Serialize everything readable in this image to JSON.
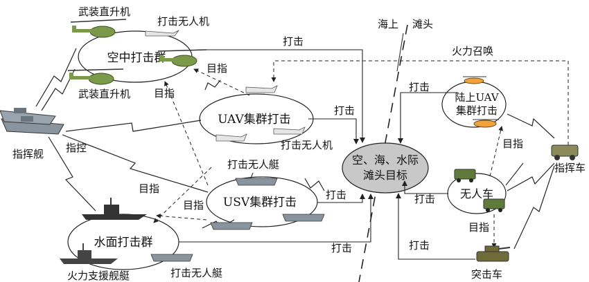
{
  "groups": {
    "air": "空中打击群",
    "uav": "UAV集群打击",
    "usv": "USV集群打击",
    "surface": "水面打击群",
    "land_uav_1": "陆上UAV",
    "land_uav_2": "集群打击",
    "ugv": "无人车",
    "target_1": "空、海、水际",
    "target_2": "滩头目标"
  },
  "labels": {
    "armed_heli_top": "武装直升机",
    "armed_heli_bottom": "武装直升机",
    "strike_uav_top": "打击无人机",
    "strike_uav_mid": "打击无人机",
    "strike_usv": "打击无人艇",
    "strike_usv_bottom": "打击无人艇",
    "command_ship": "指挥舰",
    "command_control": "指控",
    "fire_support": "火力支援舰艇",
    "command_vehicle": "指挥车",
    "assault_vehicle": "突击车",
    "sea": "海上",
    "beach": "滩头",
    "fire_summon": "火力召唤"
  },
  "edge_labels": {
    "strike_air": "打击",
    "strike_uav": "打击",
    "strike_usv": "打击",
    "strike_surface": "打击",
    "strike_land_uav": "打击",
    "strike_ugv": "打击",
    "strike_assault": "打击",
    "aim_air_uav": "目指",
    "aim_air_left": "目指",
    "aim_usv_left": "目指",
    "aim_usv_surface": "目指",
    "aim_land": "目指",
    "aim_ugv": "目指"
  },
  "colors": {
    "ellipse_fill": "#ffffff",
    "target_fill": "#c8c8c8",
    "line": "#222222",
    "helicopter": "#7a9a4a",
    "ship": "#8a949e",
    "vehicle": "#5f7a3a",
    "uav_fill": "#f2a23a"
  }
}
